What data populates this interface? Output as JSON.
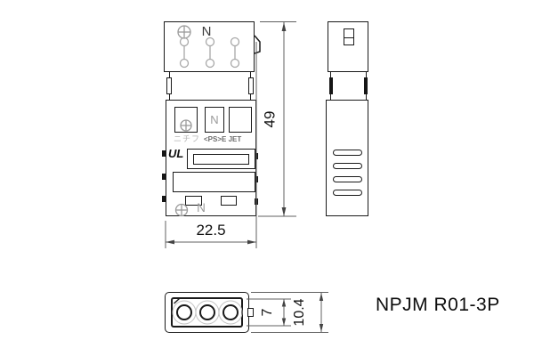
{
  "drawing": {
    "part_number": "NPJM R01-3P",
    "dimensions": {
      "body_width": "22.5",
      "body_height": "49",
      "plug_inner_height": "7",
      "plug_outer_height": "10.4"
    },
    "front_view": {
      "top_neutral_label": "N",
      "window_neutral_label": "N",
      "bottom_neutral_label": "N",
      "brand_text": "ニチフ",
      "cert_text": "<PS>E JET",
      "ul_mark": "UL"
    },
    "colors": {
      "line": "#1a1a1a",
      "light_detail": "#9a9a9a",
      "dimension": "#606060"
    }
  }
}
